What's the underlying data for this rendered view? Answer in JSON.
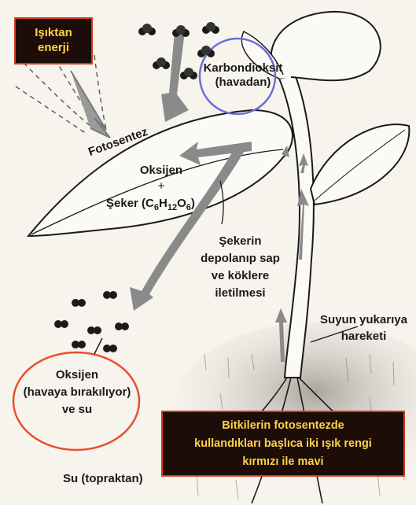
{
  "labels": {
    "light_energy": [
      "Işıktan",
      "enerji"
    ],
    "co2": [
      "Karbondioksit",
      "(havadan)"
    ],
    "photosynthesis": "Fotosentez",
    "oxygen": "Oksijen",
    "plus": "+",
    "sugar": {
      "prefix": "Şeker (C",
      "c": "6",
      "h_letter": "H",
      "h": "12",
      "o_letter": "O",
      "o": "6",
      "suffix": ")"
    },
    "sugar_transport": [
      "Şekerin",
      "depolanıp sap",
      "ve köklere",
      "iletilmesi"
    ],
    "water_up": [
      "Suyun yukarıya",
      "hareketi"
    ],
    "oxygen_release": [
      "Oksijen",
      "(havaya bırakılıyor)",
      "ve su"
    ],
    "water_soil": "Su (topraktan)",
    "info_box": [
      "Bitkilerin fotosentezde",
      "kullandıkları başlıca iki ışık rengi",
      "kırmızı ile mavi"
    ]
  },
  "colors": {
    "box_bg": "#1c0d08",
    "box_border": "#d23a1a",
    "box_text": "#ffd24a",
    "co2_circle": "#6b6fd8",
    "oxygen_circle": "#e8502a",
    "arrow": "#8a8a8a",
    "outline": "#1a1a1a"
  }
}
